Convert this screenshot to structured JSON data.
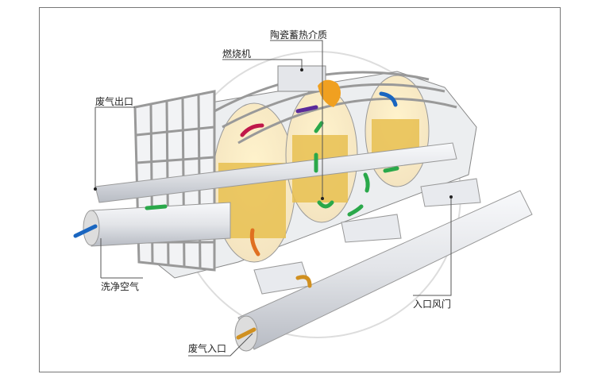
{
  "title": "RTO 蓄热式焚烧炉结构示意图",
  "labels": {
    "ceramic_media": "陶瓷蓄热介质",
    "burner": "燃烧机",
    "exhaust_outlet": "废气出口",
    "clean_air": "洗净空气",
    "inlet_damper": "入口风门",
    "exhaust_inlet": "废气入口"
  },
  "colors": {
    "media": "#e8c050",
    "pipe": "#e6e8ec",
    "arrow_green": "#2aa84a",
    "arrow_blue": "#1a66c0",
    "arrow_purple": "#5a2a9a",
    "arrow_red": "#c0184a",
    "arrow_orange": "#e07020",
    "flame": "#f0a020"
  }
}
